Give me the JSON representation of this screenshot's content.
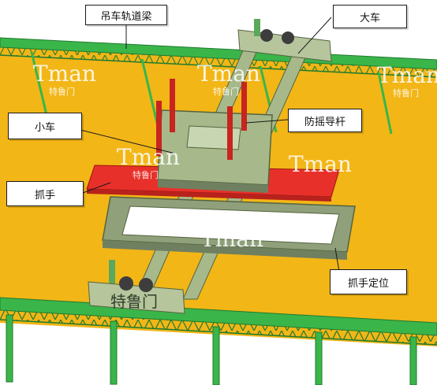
{
  "callouts": {
    "crane_rail_beam": "吊车轨道梁",
    "bridge": "大车",
    "trolley": "小车",
    "anti_sway_rod": "防摇导杆",
    "gripper": "抓手",
    "gripper_positioning": "抓手定位"
  },
  "watermarks": {
    "brand": "Tman",
    "brand_cn": "特鲁门"
  },
  "end_plate_text": "特鲁门",
  "colors": {
    "floor": "#f2b617",
    "rail_green": "#3ab54a",
    "machine_green": "#a7b98a",
    "gripper_red": "#e8302a",
    "rod_red": "#c82420"
  }
}
